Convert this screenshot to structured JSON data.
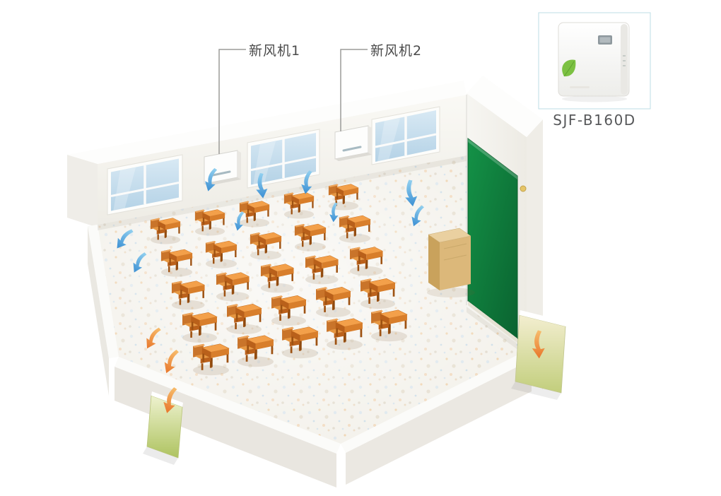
{
  "callouts": {
    "unit1_label": "新风机1",
    "unit2_label": "新风机2"
  },
  "product": {
    "model": "SJF-B160D"
  },
  "scene": {
    "windows_count": 3,
    "fresh_air_units_count": 2,
    "student_desks_count": 25,
    "teacher_desks_count": 1,
    "chalkboards_count": 1,
    "exhaust_doors_count": 2,
    "supply_air_arrows_count": 9,
    "exhaust_air_arrows_count": 4
  },
  "colors": {
    "desk_orange": "#e0862f",
    "chalkboard_green": "#0d7b3c",
    "supply_air_blue": "#4a9ed8",
    "exhaust_air_orange": "#eb8a34",
    "wall_light": "#f6f5f1",
    "floor_light": "#f4f2ec",
    "product_card_border": "#bcdde6"
  }
}
